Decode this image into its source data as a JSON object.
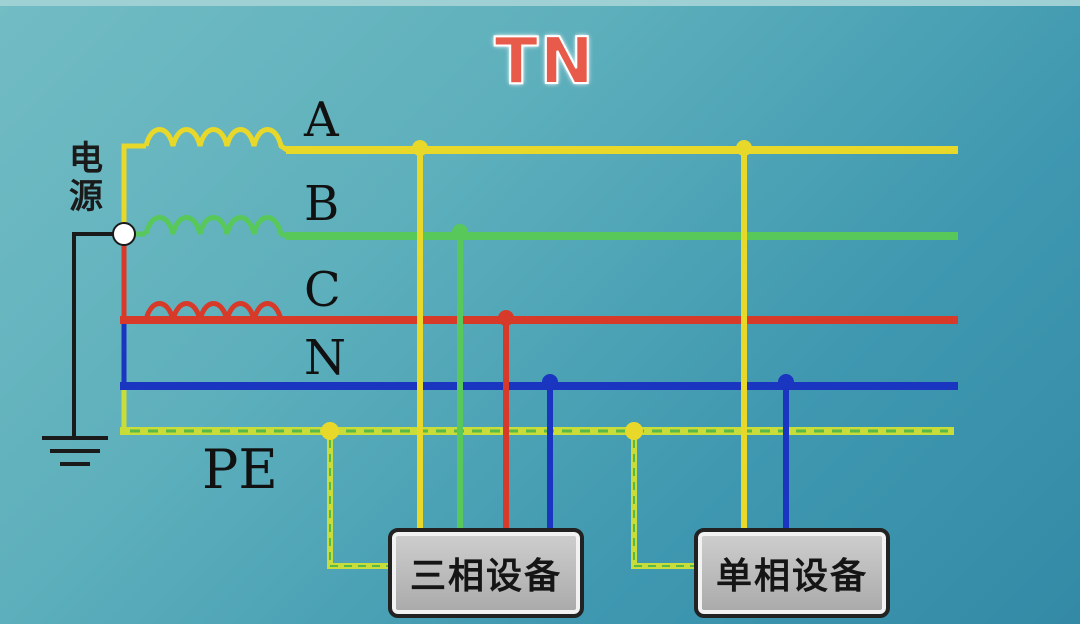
{
  "title": "TN",
  "source_label": "电源",
  "lines": {
    "a": "A",
    "b": "B",
    "c": "C",
    "n": "N",
    "pe": "PE"
  },
  "devices": {
    "three_phase": "三相设备",
    "single_phase": "单相设备"
  },
  "colors": {
    "phase_a": "#e8d82a",
    "phase_b": "#58c85a",
    "phase_c": "#d83a2a",
    "neutral": "#1a35c0",
    "pe": "#c8dc3a",
    "pe_dash": "#58b848",
    "ground": "#1a1a1a"
  }
}
